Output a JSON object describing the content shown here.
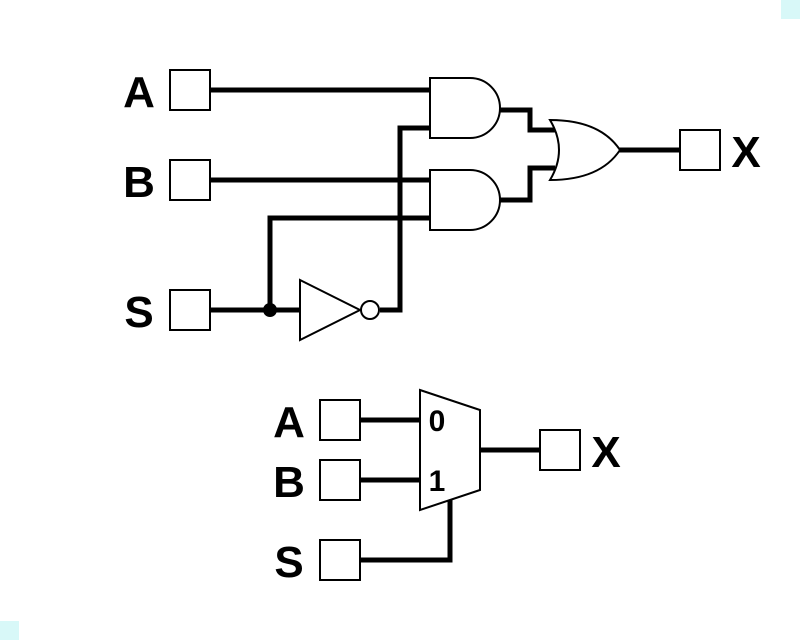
{
  "gate_level_circuit": {
    "inputs": [
      {
        "label": "A"
      },
      {
        "label": "B"
      },
      {
        "label": "S"
      }
    ],
    "output": {
      "label": "X"
    }
  },
  "mux_circuit": {
    "inputs": [
      {
        "label": "A"
      },
      {
        "label": "B"
      },
      {
        "label": "S"
      }
    ],
    "output": {
      "label": "X"
    },
    "mux_input_labels": [
      "0",
      "1"
    ]
  },
  "colors": {
    "line": "#000000",
    "background": "#ffffff",
    "corner_marker": "#d8f8f8"
  }
}
